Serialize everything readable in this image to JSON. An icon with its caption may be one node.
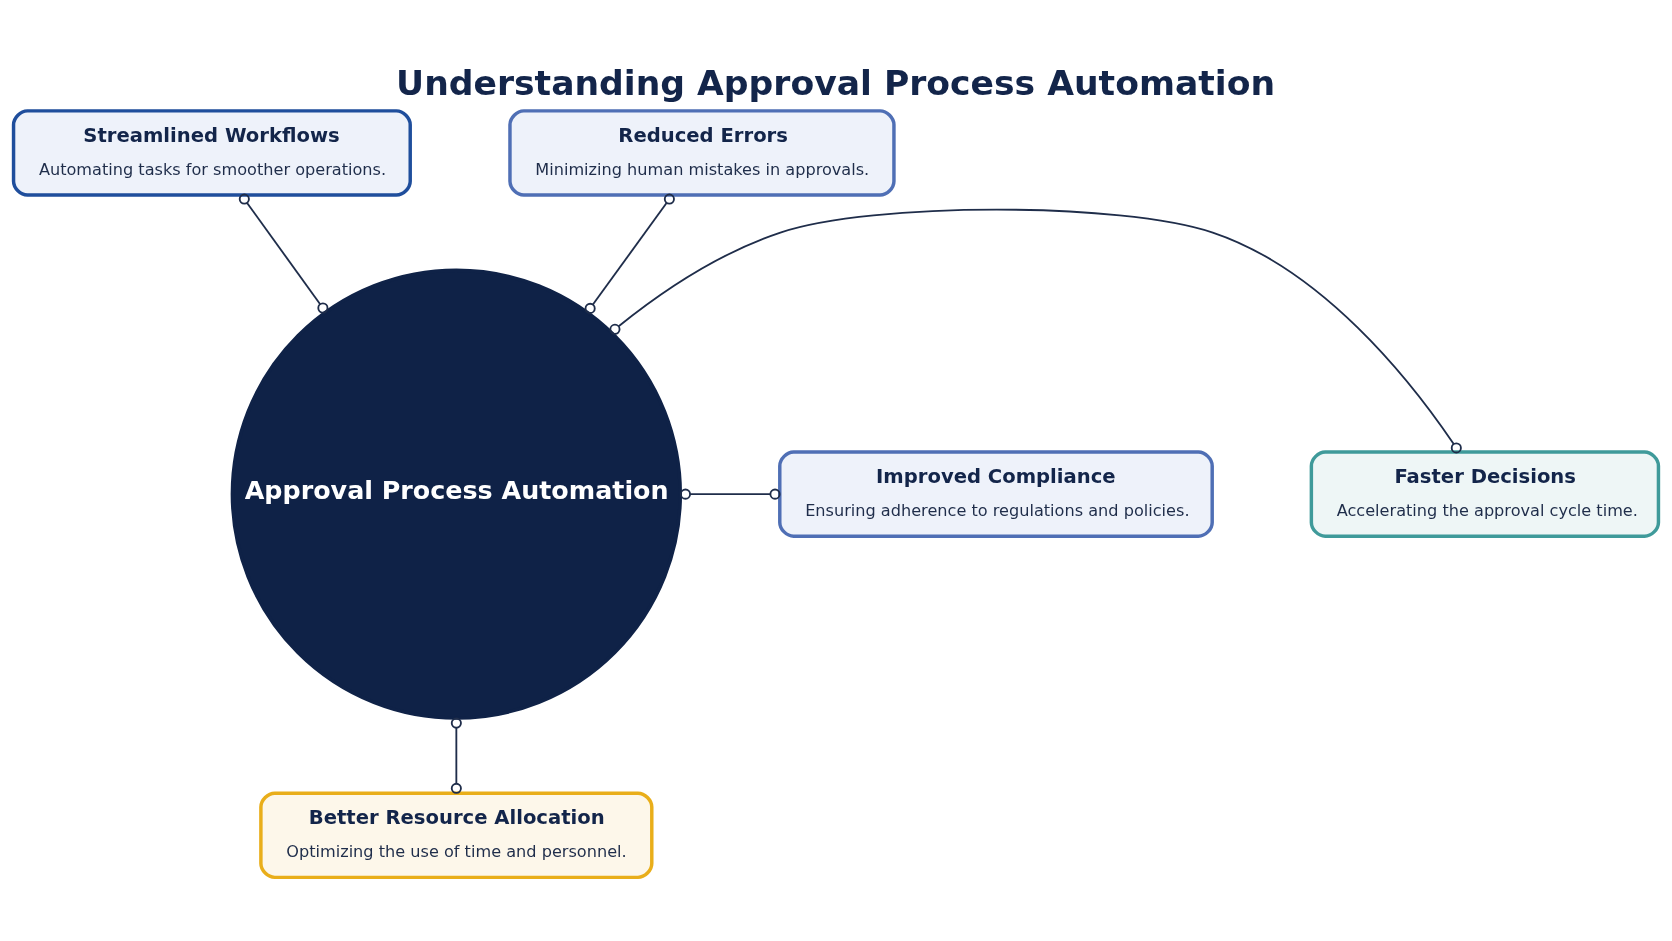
{
  "diagram": {
    "title": "Understanding Approval Process Automation",
    "nodes": [
      {
        "text": [
          "Approval Process Automation"
        ]
      },
      {
        "text": [
          "Streamlined Workflows",
          "Automating tasks for smoother operations."
        ]
      },
      {
        "text": [
          "Reduced Errors",
          "Minimizing human mistakes in approvals."
        ]
      },
      {
        "text": [
          "Faster Decisions",
          "Accelerating the approval cycle time."
        ]
      },
      {
        "text": [
          "Improved Compliance",
          "Ensuring adherence to regulations and policies."
        ]
      },
      {
        "text": [
          "Better Resource Allocation",
          "Optimizing the use of time and personnel."
        ]
      }
    ],
    "edges": [
      {
        "from": 0,
        "to": 1,
        "arrow": "other"
      },
      {
        "from": 0,
        "to": 2,
        "arrow": "other"
      },
      {
        "from": 0,
        "to": 3,
        "arrow": "other"
      },
      {
        "from": 0,
        "to": 4,
        "arrow": "other"
      },
      {
        "from": 0,
        "to": 5,
        "arrow": "other"
      }
    ]
  }
}
